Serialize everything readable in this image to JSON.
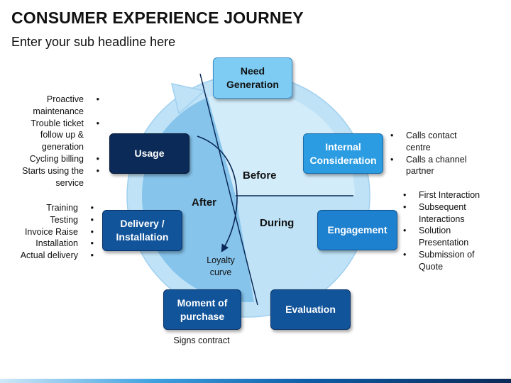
{
  "header": {
    "title": "CONSUMER EXPERIENCE JOURNEY",
    "subtitle": "Enter your sub headline here"
  },
  "phases": {
    "before": "Before",
    "during": "During",
    "after": "After"
  },
  "stages": {
    "need_generation": "Need Generation",
    "internal_consideration": "Internal Consideration",
    "engagement": "Engagement",
    "evaluation": "Evaluation",
    "moment_of_purchase": "Moment of purchase",
    "delivery_installation": "Delivery / Installation",
    "usage": "Usage"
  },
  "loyalty_curve": "Loyalty curve",
  "notes": {
    "internal_consideration": [
      "Calls contact centre",
      "Calls a channel partner"
    ],
    "engagement": [
      "First Interaction",
      "Subsequent Interactions",
      "Solution Presentation",
      "Submission of Quote"
    ],
    "moment_of_purchase": "Signs contract",
    "usage": [
      "Proactive maintenance",
      "Trouble ticket follow up & generation",
      "Cycling billing",
      "Starts using the service"
    ],
    "delivery_installation": [
      "Training",
      "Testing",
      "Invoice Raise",
      "Installation",
      "Actual delivery"
    ]
  },
  "colors": {
    "ring": "#bfe2f7",
    "ring_edge": "#9fd0ef",
    "inner_light": "#d3ecfa",
    "inner_mid": "#a6d6f3",
    "inner_dark": "#86c4ec",
    "curve": "#0b2a57"
  }
}
